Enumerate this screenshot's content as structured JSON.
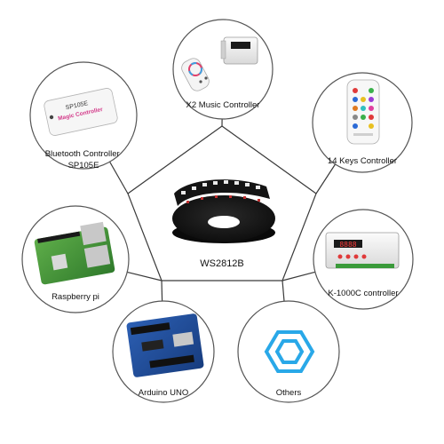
{
  "colors": {
    "line": "#3a3a3a",
    "circle_stroke": "#555555",
    "text": "#111111",
    "hex_blue": "#29a8e8"
  },
  "center": {
    "label": "WS2812B",
    "image": "led-strip-reel"
  },
  "nodes": [
    {
      "id": "x2-music",
      "lines": [
        "X2 Music Controller"
      ],
      "image": "x2-music-controller-with-remote"
    },
    {
      "id": "14-keys",
      "lines": [
        "14 Keys Controller"
      ],
      "image": "14-key-ir-remote"
    },
    {
      "id": "k1000c",
      "lines": [
        "K-1000C controller"
      ],
      "image": "k-1000c-controller-box"
    },
    {
      "id": "others",
      "lines": [
        "Others"
      ],
      "image": "led-hexagon-panel"
    },
    {
      "id": "arduino",
      "lines": [
        "Arduino UNO"
      ],
      "image": "arduino-uno-board"
    },
    {
      "id": "raspberry",
      "lines": [
        "Raspberry pi"
      ],
      "image": "raspberry-pi-board"
    },
    {
      "id": "bluetooth",
      "lines": [
        "Bluetooth Controller",
        "SP105E"
      ],
      "image": "bluetooth-controller-sp105e",
      "device_text": [
        "SP105E",
        "Magic Controller"
      ]
    }
  ],
  "device_labels": {
    "k1000c_display": "8888"
  }
}
